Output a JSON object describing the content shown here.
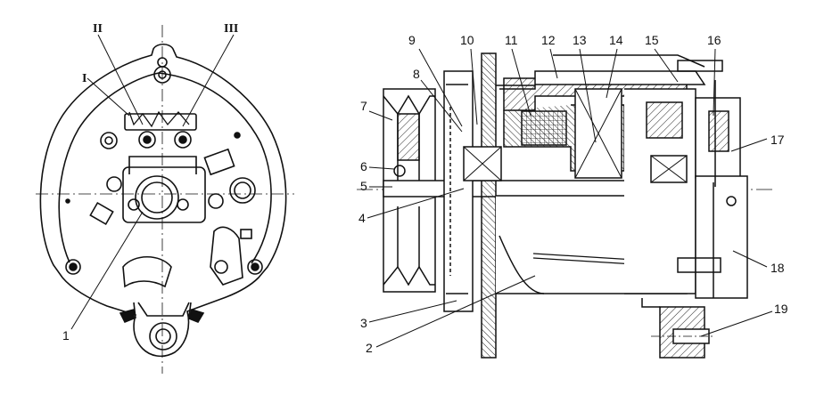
{
  "diagram": {
    "left_view_labels": {
      "roman_1": "I",
      "roman_2": "II",
      "roman_3": "III",
      "part_1": "1"
    },
    "section_view_labels": {
      "p2": "2",
      "p3": "3",
      "p4": "4",
      "p5": "5",
      "p6": "6",
      "p7": "7",
      "p8": "8",
      "p9": "9",
      "p10": "10",
      "p11": "11",
      "p12": "12",
      "p13": "13",
      "p14": "14",
      "p15": "15",
      "p16": "16",
      "p17": "17",
      "p18": "18",
      "p19": "19"
    }
  }
}
